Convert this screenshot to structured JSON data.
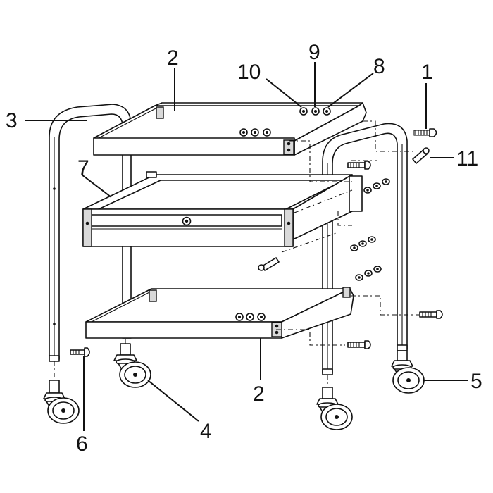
{
  "callouts": [
    {
      "id": "1",
      "text": "1"
    },
    {
      "id": "2a",
      "text": "2"
    },
    {
      "id": "2b",
      "text": "2"
    },
    {
      "id": "3",
      "text": "3"
    },
    {
      "id": "4",
      "text": "4"
    },
    {
      "id": "5",
      "text": "5"
    },
    {
      "id": "6",
      "text": "6"
    },
    {
      "id": "7",
      "text": "7"
    },
    {
      "id": "8",
      "text": "8"
    },
    {
      "id": "9",
      "text": "9"
    },
    {
      "id": "10",
      "text": "10"
    },
    {
      "id": "11",
      "text": "11"
    }
  ],
  "colors": {
    "line": "#111111",
    "panel": "#ffffff",
    "shade": "#d9d9d9"
  }
}
